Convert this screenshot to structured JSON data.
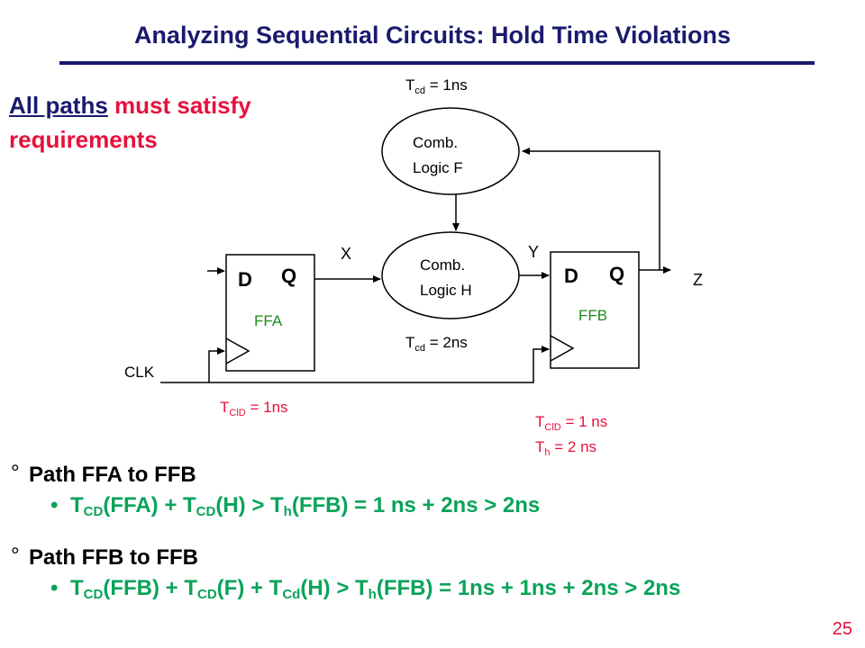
{
  "title": "Analyzing Sequential Circuits: Hold Time Violations",
  "requirements": {
    "part1": "All paths",
    "part2": " must satisfy",
    "part3": "requirements"
  },
  "diagram": {
    "comb_f": {
      "line1": "Comb.",
      "line2": "Logic F",
      "tcd_prefix": "T",
      "tcd_sub": "cd",
      "tcd_value": " = 1ns"
    },
    "comb_h": {
      "line1": "Comb.",
      "line2": "Logic H",
      "tcd_prefix": "T",
      "tcd_sub": "cd",
      "tcd_value": " = 2ns"
    },
    "ffa": {
      "d": "D",
      "q": "Q",
      "name": "FFA",
      "tclq_prefix": "T",
      "tclq_sub": "ClD",
      "tclq_value": " = 1ns"
    },
    "ffb": {
      "d": "D",
      "q": "Q",
      "name": "FFB",
      "tclq_prefix": "T",
      "tclq_sub": "ClD",
      "tclq_value": " = 1 ns",
      "th_prefix": "T",
      "th_sub": "h",
      "th_value": " = 2 ns"
    },
    "signals": {
      "x": "X",
      "y": "Y",
      "z": "Z",
      "clk": "CLK"
    }
  },
  "bullets": [
    {
      "marker": "°",
      "heading": "Path FFA to FFB",
      "dot": "•",
      "formula": [
        {
          "t": "T"
        },
        {
          "s": "CD"
        },
        {
          "t": "(FFA) + T"
        },
        {
          "s": "CD"
        },
        {
          "t": "(H) > T"
        },
        {
          "s": "h"
        },
        {
          "t": "(FFB) = 1 ns + 2ns > 2ns"
        }
      ]
    },
    {
      "marker": "°",
      "heading": "Path FFB to FFB",
      "dot": "•",
      "formula": [
        {
          "t": "T"
        },
        {
          "s": "CD"
        },
        {
          "t": "(FFB) + T"
        },
        {
          "s": "CD"
        },
        {
          "t": "(F) + T"
        },
        {
          "s": "Cd"
        },
        {
          "t": "(H) > T"
        },
        {
          "s": "h"
        },
        {
          "t": "(FFB) = 1ns + 1ns + 2ns > 2ns"
        }
      ]
    }
  ],
  "page_number": "25",
  "colors": {
    "title": "#1a1a6e",
    "accent_red": "#e8103c",
    "ff_name_green": "#1e8a1e",
    "bullet_green": "#0aa35a",
    "line": "#000000"
  }
}
